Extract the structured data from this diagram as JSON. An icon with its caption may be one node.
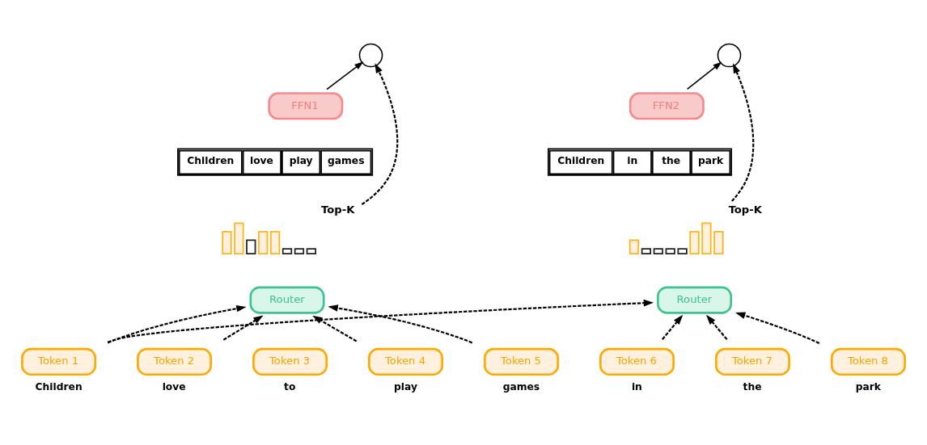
{
  "diagram": {
    "nodes": [
      {
        "text": [],
        "shape": "circle"
      },
      {
        "text": [],
        "shape": "circle"
      },
      {
        "text": [
          "FFN1"
        ]
      },
      {
        "text": [
          "FFN2"
        ]
      },
      {
        "text": [
          "Children",
          "love",
          "play",
          "games"
        ]
      },
      {
        "text": [
          "Children",
          "in",
          "the",
          "park"
        ]
      },
      {
        "text": [],
        "shape": "picture",
        "beside": [
          "Top-K"
        ]
      },
      {
        "text": [],
        "shape": "picture",
        "beside": [
          "Top-K"
        ]
      },
      {
        "text": [
          "Router"
        ]
      },
      {
        "text": [
          "Router"
        ]
      },
      {
        "text": [
          "Token 1"
        ],
        "beside": [
          "Children"
        ]
      },
      {
        "text": [
          "Token 2"
        ],
        "beside": [
          "love"
        ]
      },
      {
        "text": [
          "Token 3"
        ],
        "beside": [
          "to"
        ]
      },
      {
        "text": [
          "Token 4"
        ],
        "beside": [
          "play"
        ]
      },
      {
        "text": [
          "Token 5"
        ],
        "beside": [
          "games"
        ]
      },
      {
        "text": [
          "Token 6"
        ],
        "beside": [
          "in"
        ]
      },
      {
        "text": [
          "Token 7"
        ],
        "beside": [
          "the"
        ]
      },
      {
        "text": [
          "Token 8"
        ],
        "beside": [
          "park"
        ]
      }
    ],
    "edges": [
      {
        "from": 2,
        "to": 0,
        "arrow": "to"
      },
      {
        "from": 3,
        "to": 1,
        "arrow": "to"
      },
      {
        "from": 6,
        "to": 0,
        "arrow": "to",
        "style": "dashed"
      },
      {
        "from": 7,
        "to": 1,
        "arrow": "to",
        "style": "dashed"
      },
      {
        "from": 10,
        "to": 8,
        "arrow": "to",
        "style": "dashed"
      },
      {
        "from": 11,
        "to": 8,
        "arrow": "to",
        "style": "dashed"
      },
      {
        "from": 13,
        "to": 8,
        "arrow": "to",
        "style": "dashed"
      },
      {
        "from": 14,
        "to": 8,
        "arrow": "to",
        "style": "dashed"
      },
      {
        "from": 10,
        "to": 9,
        "arrow": "to",
        "style": "dashed"
      },
      {
        "from": 15,
        "to": 9,
        "arrow": "to",
        "style": "dashed"
      },
      {
        "from": 16,
        "to": 9,
        "arrow": "to",
        "style": "dashed"
      },
      {
        "from": 17,
        "to": 9,
        "arrow": "to",
        "style": "dashed"
      }
    ]
  }
}
